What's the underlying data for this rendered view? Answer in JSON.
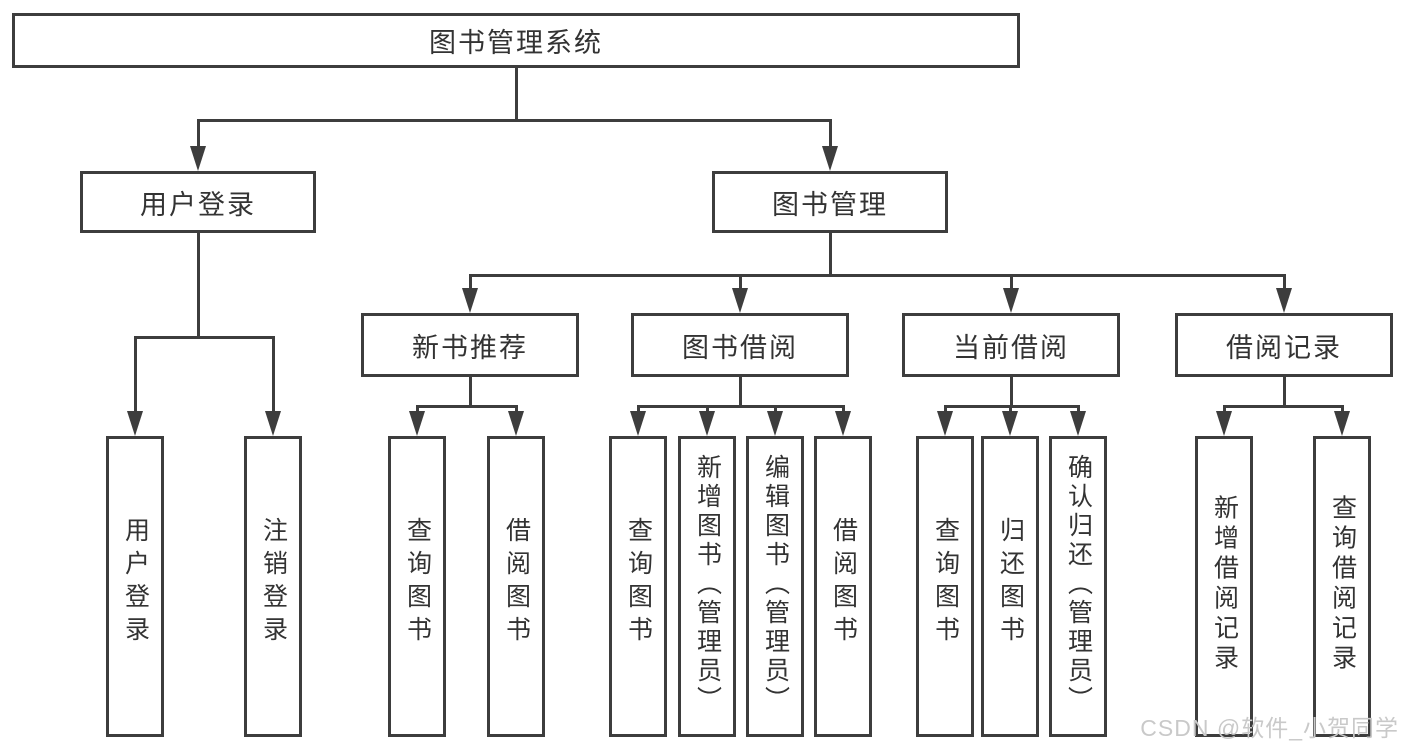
{
  "diagram": {
    "watermark": "CSDN @软件_小贺同学",
    "colors": {
      "line": "#3d3d3d",
      "text": "#333333",
      "background": "#ffffff",
      "watermark": "#c9c9c9"
    },
    "tree": {
      "root": {
        "label": "图书管理系统"
      },
      "branches": [
        {
          "label": "用户登录",
          "children": [
            {
              "label": "用户登录"
            },
            {
              "label": "注销登录"
            }
          ]
        },
        {
          "label": "图书管理",
          "children": [
            {
              "label": "新书推荐",
              "children": [
                {
                  "label": "查询图书"
                },
                {
                  "label": "借阅图书"
                }
              ]
            },
            {
              "label": "图书借阅",
              "children": [
                {
                  "label": "查询图书"
                },
                {
                  "label": "新增图书（管理员）"
                },
                {
                  "label": "编辑图书（管理员）"
                },
                {
                  "label": "借阅图书"
                }
              ]
            },
            {
              "label": "当前借阅",
              "children": [
                {
                  "label": "查询图书"
                },
                {
                  "label": "归还图书"
                },
                {
                  "label": "确认归还（管理员）"
                }
              ]
            },
            {
              "label": "借阅记录",
              "children": [
                {
                  "label": "新增借阅记录"
                },
                {
                  "label": "查询借阅记录"
                }
              ]
            }
          ]
        }
      ]
    }
  }
}
